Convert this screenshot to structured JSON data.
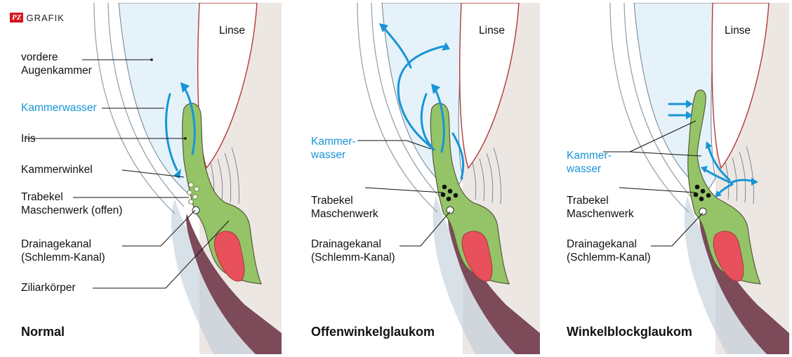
{
  "logo": {
    "brand": "PZ",
    "text": "GRAFIK"
  },
  "panels": [
    {
      "title": "Normal",
      "lens": "Linse",
      "labels": {
        "chamber_l1": "vordere",
        "chamber_l2": "Augenkammer",
        "aqueous": "Kammerwasser",
        "iris": "Iris",
        "angle": "Kammerwinkel",
        "trabecular_l1": "Trabekel",
        "trabecular_l2": "Maschenwerk (offen)",
        "drain_l1": "Drainagekanal",
        "drain_l2": "(Schlemm-Kanal)",
        "ciliary": "Ziliarkörper"
      }
    },
    {
      "title": "Offenwinkelglaukom",
      "lens": "Linse",
      "labels": {
        "aqueous_l1": "Kammer-",
        "aqueous_l2": "wasser",
        "trabecular_l1": "Trabekel",
        "trabecular_l2": "Maschenwerk",
        "drain_l1": "Drainagekanal",
        "drain_l2": "(Schlemm-Kanal)"
      }
    },
    {
      "title": "Winkelblockglaukom",
      "lens": "Linse",
      "labels": {
        "aqueous_l1": "Kammer-",
        "aqueous_l2": "wasser",
        "trabecular_l1": "Trabekel",
        "trabecular_l2": "Maschenwerk",
        "drain_l1": "Drainagekanal",
        "drain_l2": "(Schlemm-Kanal)"
      }
    }
  ],
  "colors": {
    "aqueous": "#1795d6",
    "iris": "#94c467",
    "ciliary_muscle": "#e8505c",
    "chamber": "#e6f2fa",
    "sclera": "#7d4a5a"
  }
}
